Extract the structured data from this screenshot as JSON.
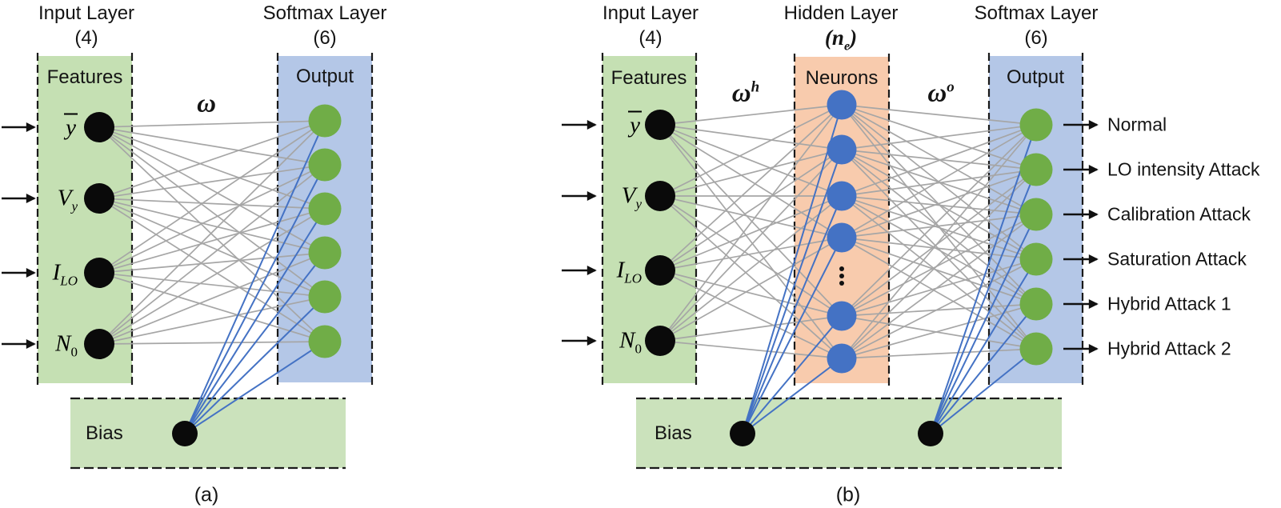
{
  "colors": {
    "feature_box_fill": "#c5e0b3",
    "bias_box_fill": "#cbe2bc",
    "hidden_box_fill": "#f8cbad",
    "softmax_box_fill": "#b4c7e7",
    "input_node": "#0a0a0a",
    "hidden_node": "#4472c4",
    "output_node": "#70ad47",
    "connection_gray": "#a6a6a6",
    "connection_blue": "#4472c4",
    "dash_border": "#1a1a1a",
    "arrow_black": "#111111"
  },
  "panel_a": {
    "caption": "(a)",
    "input_layer": {
      "title": "Input Layer",
      "count": "(4)",
      "box_label": "Features",
      "features": [
        {
          "base": "y",
          "overline": true,
          "sub": "",
          "sub_italic": false
        },
        {
          "base": "V",
          "overline": false,
          "sub": "y",
          "sub_italic": true
        },
        {
          "base": "I",
          "overline": false,
          "sub": "LO",
          "sub_italic": true
        },
        {
          "base": "N",
          "overline": false,
          "sub": "0",
          "sub_italic": false
        }
      ]
    },
    "weight_label": {
      "base": "ω",
      "sup": ""
    },
    "softmax_layer": {
      "title": "Softmax Layer",
      "count": "(6)",
      "box_label": "Output"
    },
    "bias_label": "Bias"
  },
  "panel_b": {
    "caption": "(b)",
    "input_layer": {
      "title": "Input Layer",
      "count": "(4)",
      "box_label": "Features",
      "features": [
        {
          "base": "y",
          "overline": true,
          "sub": "",
          "sub_italic": false
        },
        {
          "base": "V",
          "overline": false,
          "sub": "y",
          "sub_italic": true
        },
        {
          "base": "I",
          "overline": false,
          "sub": "LO",
          "sub_italic": true
        },
        {
          "base": "N",
          "overline": false,
          "sub": "0",
          "sub_italic": false
        }
      ]
    },
    "hidden_layer": {
      "title": "Hidden Layer",
      "count_prefix": "(",
      "count_base": "n",
      "count_sub": "e",
      "count_suffix": ")",
      "box_label": "Neurons",
      "ellipsis_icon": "vertical-dots"
    },
    "weight_hidden": {
      "base": "ω",
      "sup": "h"
    },
    "weight_output": {
      "base": "ω",
      "sup": "o"
    },
    "softmax_layer": {
      "title": "Softmax Layer",
      "count": "(6)",
      "box_label": "Output"
    },
    "bias_label": "Bias",
    "output_labels": [
      "Normal",
      "LO intensity Attack",
      "Calibration Attack",
      "Saturation Attack",
      "Hybrid Attack 1",
      "Hybrid Attack 2"
    ]
  }
}
